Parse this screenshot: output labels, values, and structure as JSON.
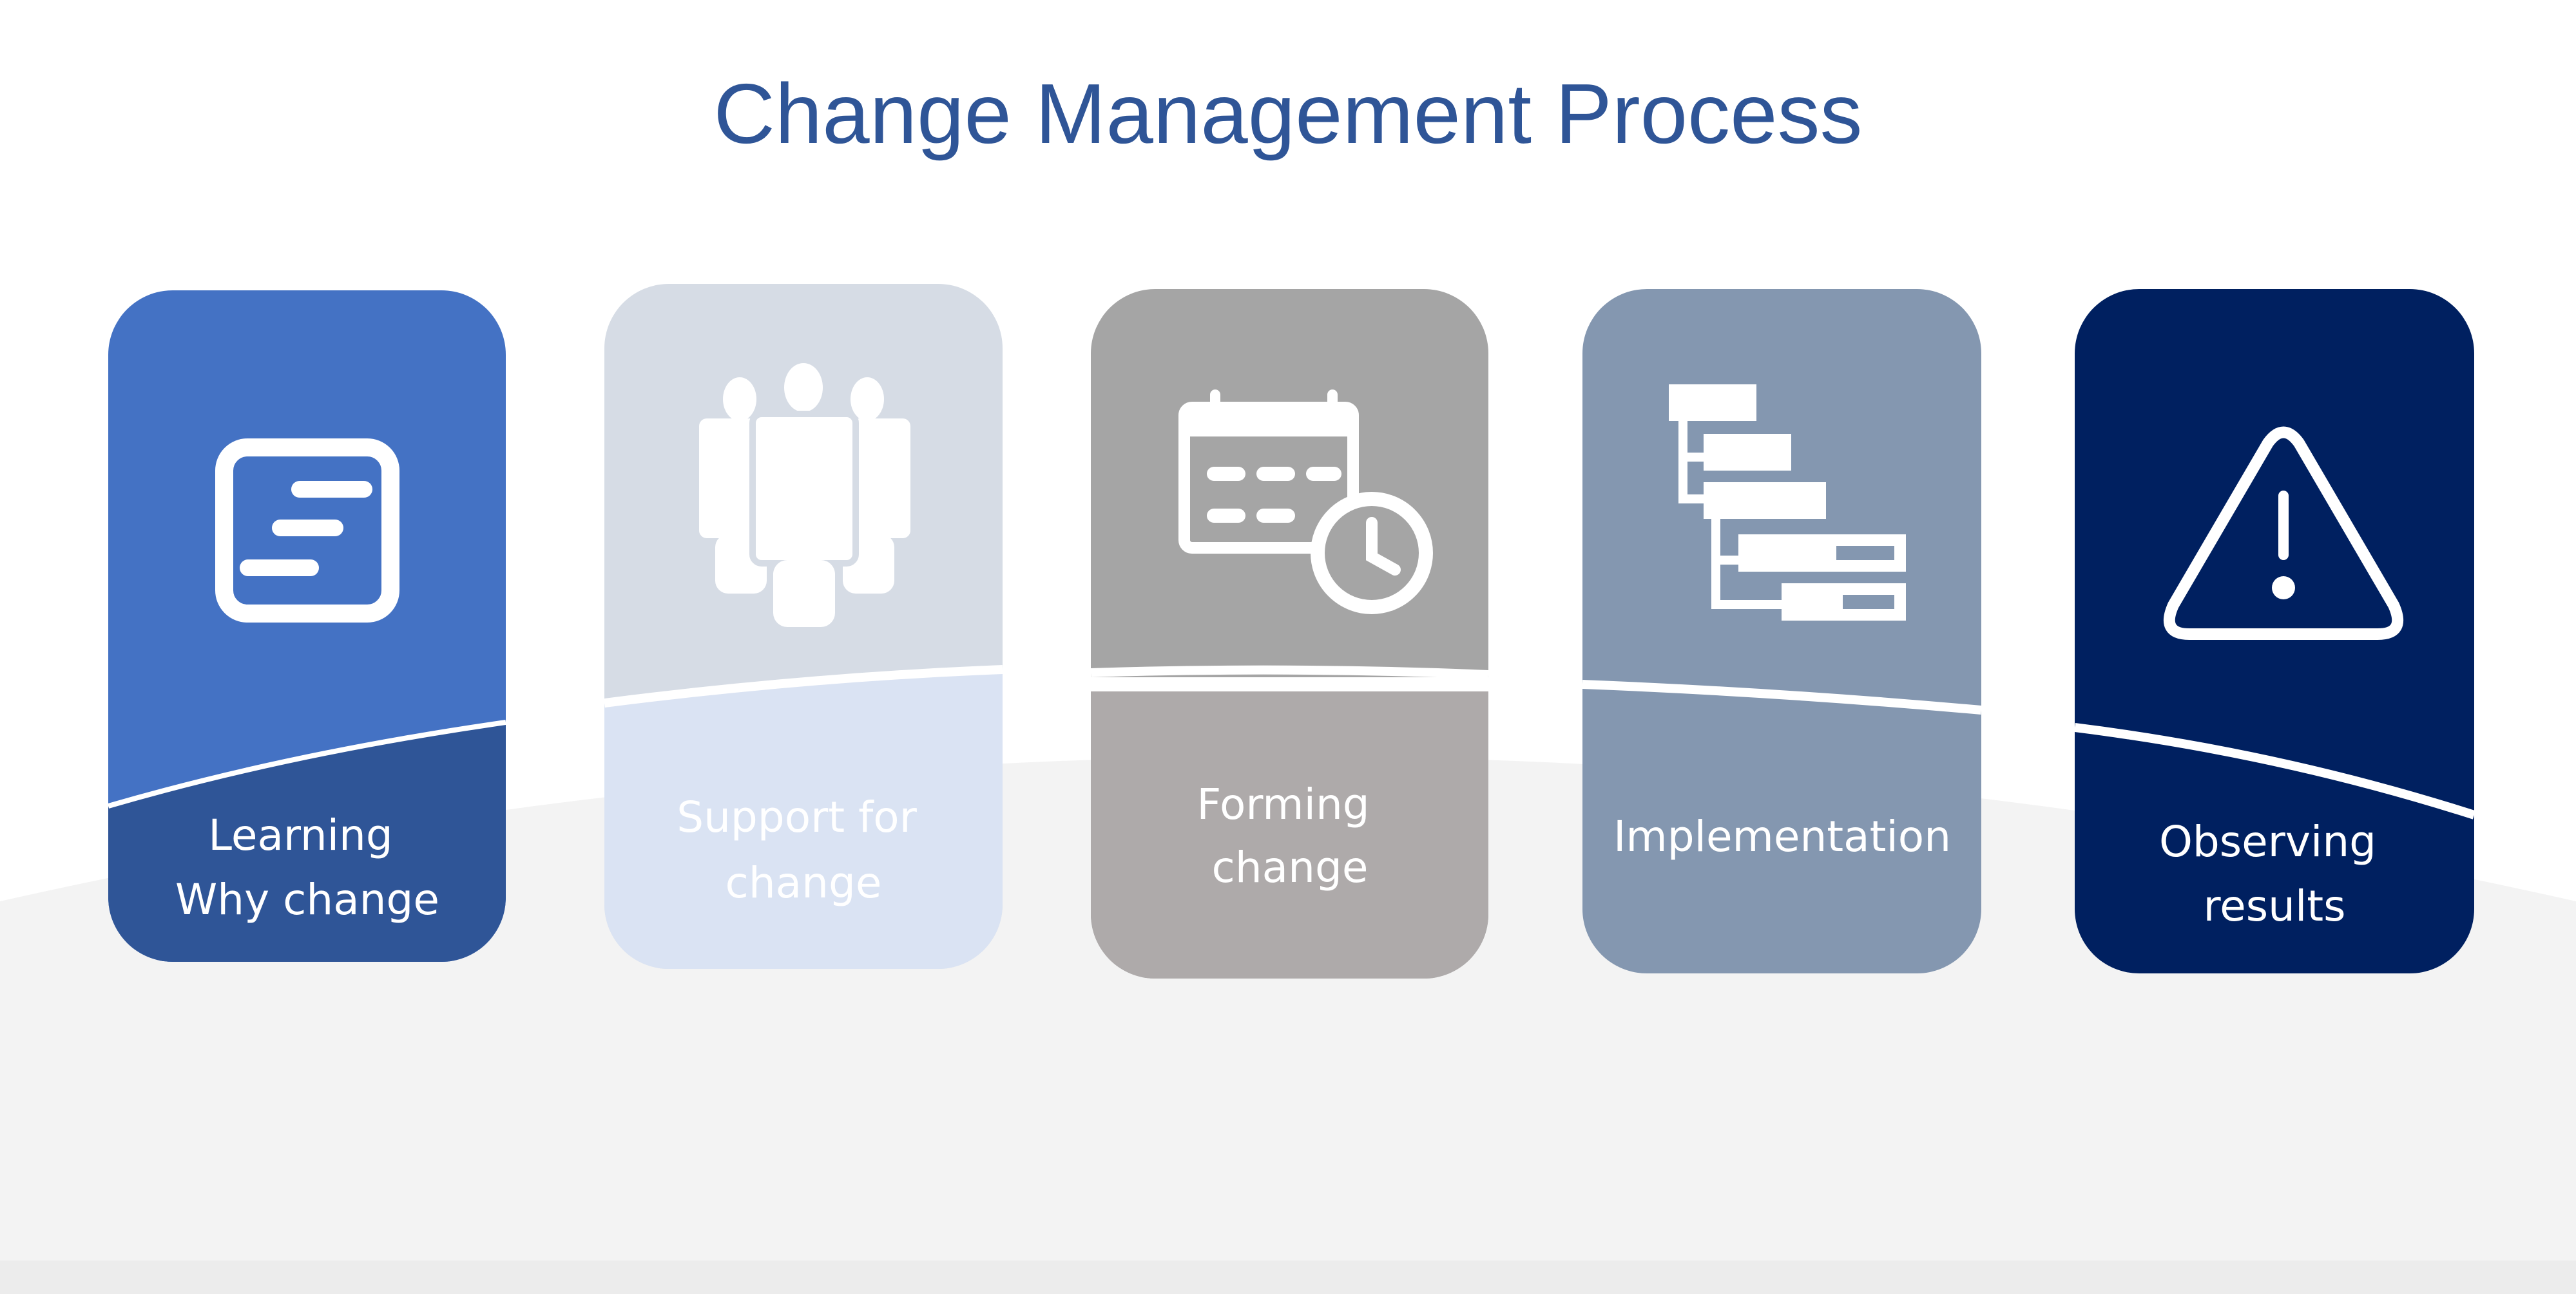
{
  "title": "Change Management Process",
  "colors": {
    "title": "#2f5597",
    "background_arc": "#f3f3f3",
    "footer_band": "#ececec"
  },
  "steps": [
    {
      "icon": "document-lines-icon",
      "lines": [
        "Learning",
        "Why change"
      ],
      "top_color": "#4472c4",
      "bottom_color": "#2f5597",
      "text_color": "#ffffff"
    },
    {
      "icon": "team-people-icon",
      "lines": [
        "Support for",
        "change"
      ],
      "top_color": "#d6dce5",
      "bottom_color": "#dae3f3",
      "text_color": "#ffffff"
    },
    {
      "icon": "calendar-clock-icon",
      "lines": [
        "Forming",
        "change"
      ],
      "top_color": "#a5a5a5",
      "bottom_color": "#aeaaaa",
      "text_color": "#ffffff"
    },
    {
      "icon": "hierarchy-tree-icon",
      "lines": [
        "Implementation"
      ],
      "top_color": "#8497b0",
      "bottom_color": "#8497b0",
      "text_color": "#ffffff"
    },
    {
      "icon": "warning-triangle-icon",
      "lines": [
        "Observing",
        "results"
      ],
      "top_color": "#002060",
      "bottom_color": "#002060",
      "text_color": "#ffffff"
    }
  ]
}
